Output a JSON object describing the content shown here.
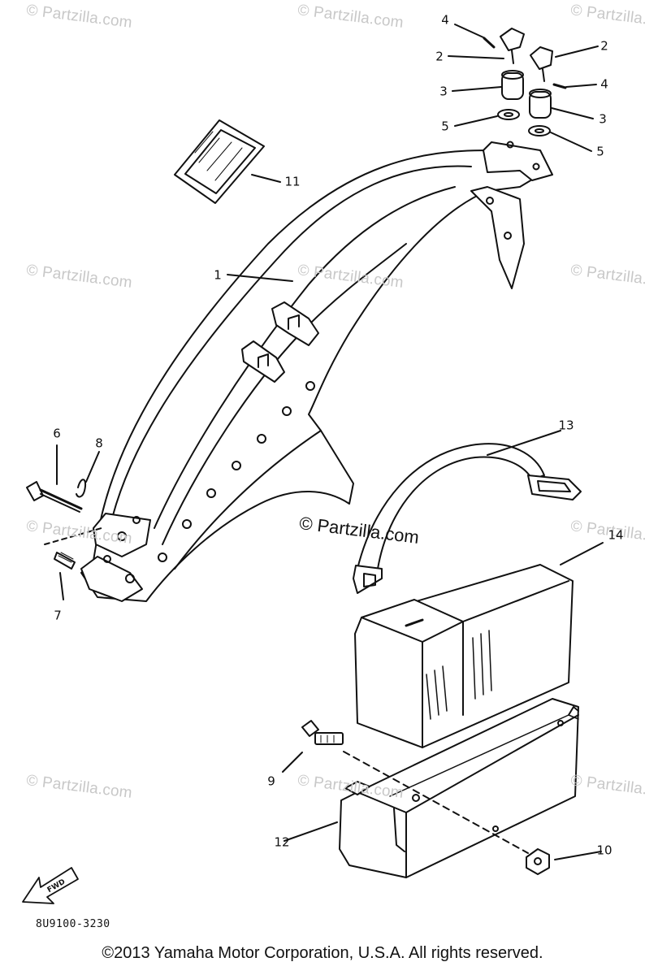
{
  "watermark": "© Partzilla.com",
  "center_watermark": "© Partzilla.com",
  "callouts": {
    "c1": "1",
    "c2a": "2",
    "c2b": "2",
    "c3a": "3",
    "c3b": "3",
    "c4a": "4",
    "c4b": "4",
    "c5a": "5",
    "c5b": "5",
    "c6": "6",
    "c7": "7",
    "c8": "8",
    "c9": "9",
    "c10": "10",
    "c11": "11",
    "c12": "12",
    "c13": "13",
    "c14": "14"
  },
  "fwd_label": "FWD",
  "drawing_code": "8U9100-3230",
  "copyright": "©2013 Yamaha Motor Corporation, U.S.A. All rights reserved."
}
